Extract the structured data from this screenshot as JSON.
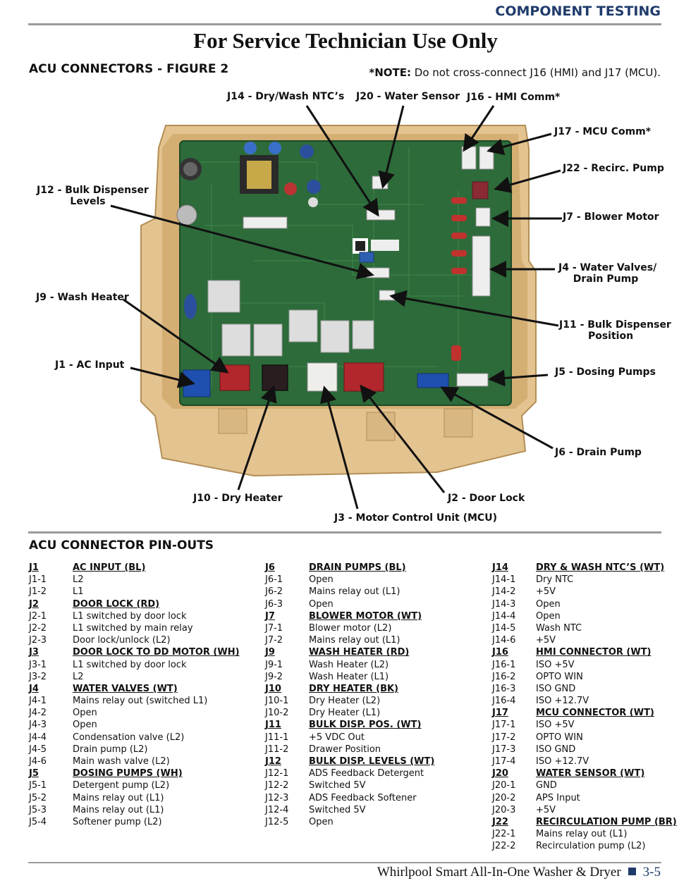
{
  "header": {
    "section": "COMPONENT TESTING",
    "title": "For Service Technician Use Only",
    "figure_title": "ACU CONNECTORS - FIGURE 2",
    "note_label": "*NOTE:",
    "note_text": "Do not cross-connect J16 (HMI) and J17 (MCU)."
  },
  "figure": {
    "labels": {
      "j14": "J14 - Dry/Wash NTC’s",
      "j20": "J20 - Water Sensor",
      "j16": "J16 - HMI Comm*",
      "j17": "J17 - MCU Comm*",
      "j22": "J22 - Recirc. Pump",
      "j12_l1": "J12 - Bulk Dispenser",
      "j12_l2": "Levels",
      "j7": "J7 - Blower Motor",
      "j4_l1": "J4 - Water Valves/",
      "j4_l2": "Drain Pump",
      "j9": "J9 - Wash Heater",
      "j11_l1": "J11 - Bulk Dispenser",
      "j11_l2": "Position",
      "j1": "J1 - AC Input",
      "j5": "J5 - Dosing Pumps",
      "j6": "J6 - Drain Pump",
      "j10": "J10 - Dry Heater",
      "j2": "J2 - Door Lock",
      "j3": "J3 - Motor Control Unit (MCU)"
    }
  },
  "pinouts": {
    "title": "ACU CONNECTOR PIN-OUTS",
    "columns": [
      [
        {
          "k": "J1",
          "v": "AC INPUT (BL)",
          "h": true
        },
        {
          "k": "J1-1",
          "v": "L2"
        },
        {
          "k": "J1-2",
          "v": "L1"
        },
        {
          "k": "J2",
          "v": "DOOR LOCK (RD)",
          "h": true
        },
        {
          "k": "J2-1",
          "v": "L1 switched by door lock"
        },
        {
          "k": "J2-2",
          "v": "L1 switched by main relay"
        },
        {
          "k": "J2-3",
          "v": "Door lock/unlock (L2)"
        },
        {
          "k": "J3",
          "v": "DOOR LOCK TO DD MOTOR (WH)",
          "h": true
        },
        {
          "k": "J3-1",
          "v": "L1 switched by door lock"
        },
        {
          "k": "J3-2",
          "v": "L2"
        },
        {
          "k": "J4",
          "v": "WATER VALVES (WT)",
          "h": true
        },
        {
          "k": "J4-1",
          "v": "Mains relay out (switched L1)"
        },
        {
          "k": "J4-2",
          "v": "Open"
        },
        {
          "k": "J4-3",
          "v": "Open"
        },
        {
          "k": "J4-4",
          "v": "Condensation valve (L2)"
        },
        {
          "k": "J4-5",
          "v": "Drain pump (L2)"
        },
        {
          "k": "J4-6",
          "v": "Main wash valve (L2)"
        },
        {
          "k": "J5",
          "v": "DOSING PUMPS (WH)",
          "h": true
        },
        {
          "k": "J5-1",
          "v": "Detergent pump (L2)"
        },
        {
          "k": "J5-2",
          "v": "Mains relay out (L1)"
        },
        {
          "k": "J5-3",
          "v": "Mains relay out (L1)"
        },
        {
          "k": "J5-4",
          "v": "Softener pump (L2)"
        }
      ],
      [
        {
          "k": "J6",
          "v": "DRAIN PUMPS (BL)",
          "h": true
        },
        {
          "k": "J6-1",
          "v": "Open"
        },
        {
          "k": "J6-2",
          "v": "Mains relay out (L1)"
        },
        {
          "k": "J6-3",
          "v": "Open"
        },
        {
          "k": "J7",
          "v": "BLOWER MOTOR (WT)",
          "h": true
        },
        {
          "k": "J7-1",
          "v": "Blower motor (L2)"
        },
        {
          "k": "J7-2",
          "v": "Mains relay out (L1)"
        },
        {
          "k": "J9",
          "v": "WASH HEATER (RD)",
          "h": true
        },
        {
          "k": "J9-1",
          "v": "Wash Heater (L2)"
        },
        {
          "k": "J9-2",
          "v": "Wash Heater (L1)"
        },
        {
          "k": "J10",
          "v": "DRY HEATER (BK)",
          "h": true
        },
        {
          "k": "J10-1",
          "v": "Dry Heater (L2)"
        },
        {
          "k": "J10-2",
          "v": "Dry Heater (L1)"
        },
        {
          "k": "J11",
          "v": "BULK DISP. POS. (WT)",
          "h": true
        },
        {
          "k": "J11-1",
          "v": "+5 VDC Out"
        },
        {
          "k": "J11-2",
          "v": "Drawer Position"
        },
        {
          "k": "J12",
          "v": "BULK DISP. LEVELS (WT)",
          "h": true
        },
        {
          "k": "J12-1",
          "v": "ADS Feedback Detergent"
        },
        {
          "k": "J12-2",
          "v": "Switched 5V"
        },
        {
          "k": "J12-3",
          "v": "ADS Feedback Softener"
        },
        {
          "k": "J12-4",
          "v": "Switched 5V"
        },
        {
          "k": "J12-5",
          "v": "Open"
        }
      ],
      [
        {
          "k": "J14",
          "v": "DRY & WASH NTC’S (WT)",
          "h": true
        },
        {
          "k": "J14-1",
          "v": "Dry NTC"
        },
        {
          "k": "J14-2",
          "v": "+5V"
        },
        {
          "k": "J14-3",
          "v": "Open"
        },
        {
          "k": "J14-4",
          "v": "Open"
        },
        {
          "k": "J14-5",
          "v": "Wash NTC"
        },
        {
          "k": "J14-6",
          "v": "+5V"
        },
        {
          "k": "J16",
          "v": "HMI CONNECTOR (WT)",
          "h": true
        },
        {
          "k": "J16-1",
          "v": "ISO +5V"
        },
        {
          "k": "J16-2",
          "v": "OPTO WIN"
        },
        {
          "k": "J16-3",
          "v": "ISO GND"
        },
        {
          "k": "J16-4",
          "v": "ISO +12.7V"
        },
        {
          "k": "J17",
          "v": "MCU CONNECTOR (WT)",
          "h": true
        },
        {
          "k": "J17-1",
          "v": "ISO +5V"
        },
        {
          "k": "J17-2",
          "v": "OPTO WIN"
        },
        {
          "k": "J17-3",
          "v": "ISO GND"
        },
        {
          "k": "J17-4",
          "v": "ISO +12.7V"
        },
        {
          "k": "J20",
          "v": "WATER SENSOR (WT)",
          "h": true
        },
        {
          "k": "J20-1",
          "v": "GND"
        },
        {
          "k": "J20-2",
          "v": "APS Input"
        },
        {
          "k": "J20-3",
          "v": "+5V"
        },
        {
          "k": "J22",
          "v": "RECIRCULATION PUMP (BR)",
          "h": true
        },
        {
          "k": "J22-1",
          "v": "Mains relay out (L1)"
        },
        {
          "k": "J22-2",
          "v": "Recirculation pump (L2)"
        }
      ]
    ]
  },
  "footer": {
    "book": "Whirlpool Smart All-In-One Washer & Dryer",
    "page": "3-5"
  }
}
